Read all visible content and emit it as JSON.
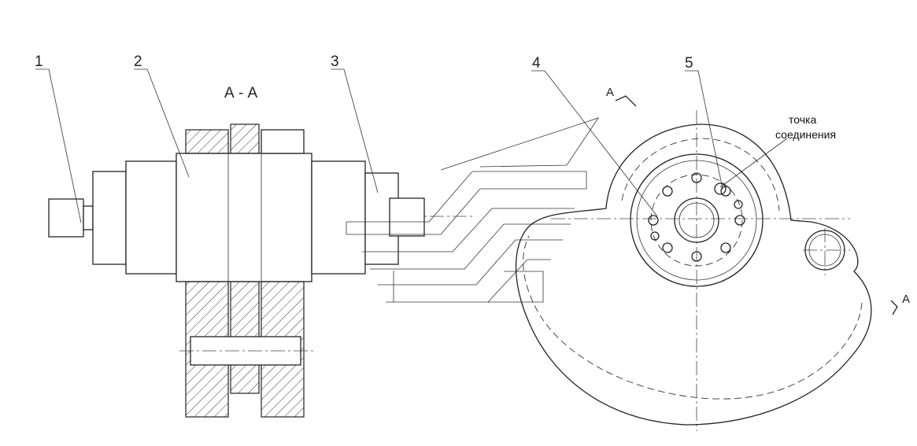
{
  "callouts": [
    "1",
    "2",
    "3",
    "4",
    "5"
  ],
  "section_title": "А - А",
  "section_marker": "А",
  "annotation": {
    "line1": "точка",
    "line2": "соединения"
  }
}
